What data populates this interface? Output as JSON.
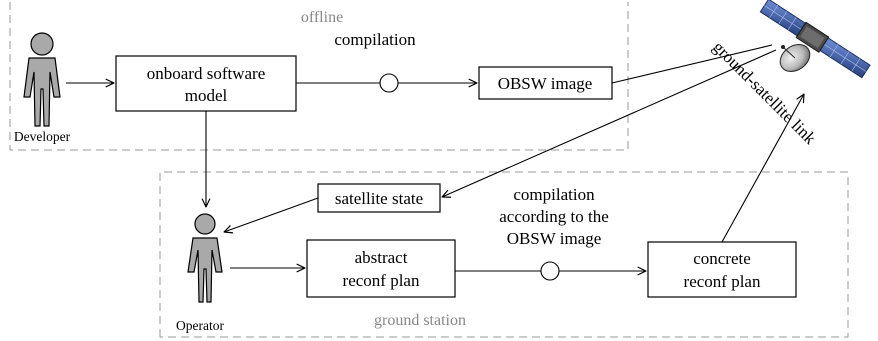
{
  "regions": {
    "offline": "offline",
    "ground_station": "ground station"
  },
  "actors": {
    "developer": "Developer",
    "operator": "Operator"
  },
  "boxes": {
    "onboard_model": [
      "onboard software",
      "model"
    ],
    "obsw_image": "OBSW image",
    "satellite_state": "satellite state",
    "abstract_plan": [
      "abstract",
      "reconf plan"
    ],
    "concrete_plan": [
      "concrete",
      "reconf plan"
    ]
  },
  "labels": {
    "compilation": "compilation",
    "compilation_obsw": [
      "compilation",
      "according to the",
      "OBSW image"
    ],
    "link": "ground-satellite link"
  },
  "icons": {
    "satellite": "satellite-icon",
    "person": "person-icon"
  },
  "colors": {
    "person_fill": "#a9a9a9",
    "region_border": "#999999",
    "region_label": "#888888",
    "satellite_panel": "#3f5fa8"
  }
}
